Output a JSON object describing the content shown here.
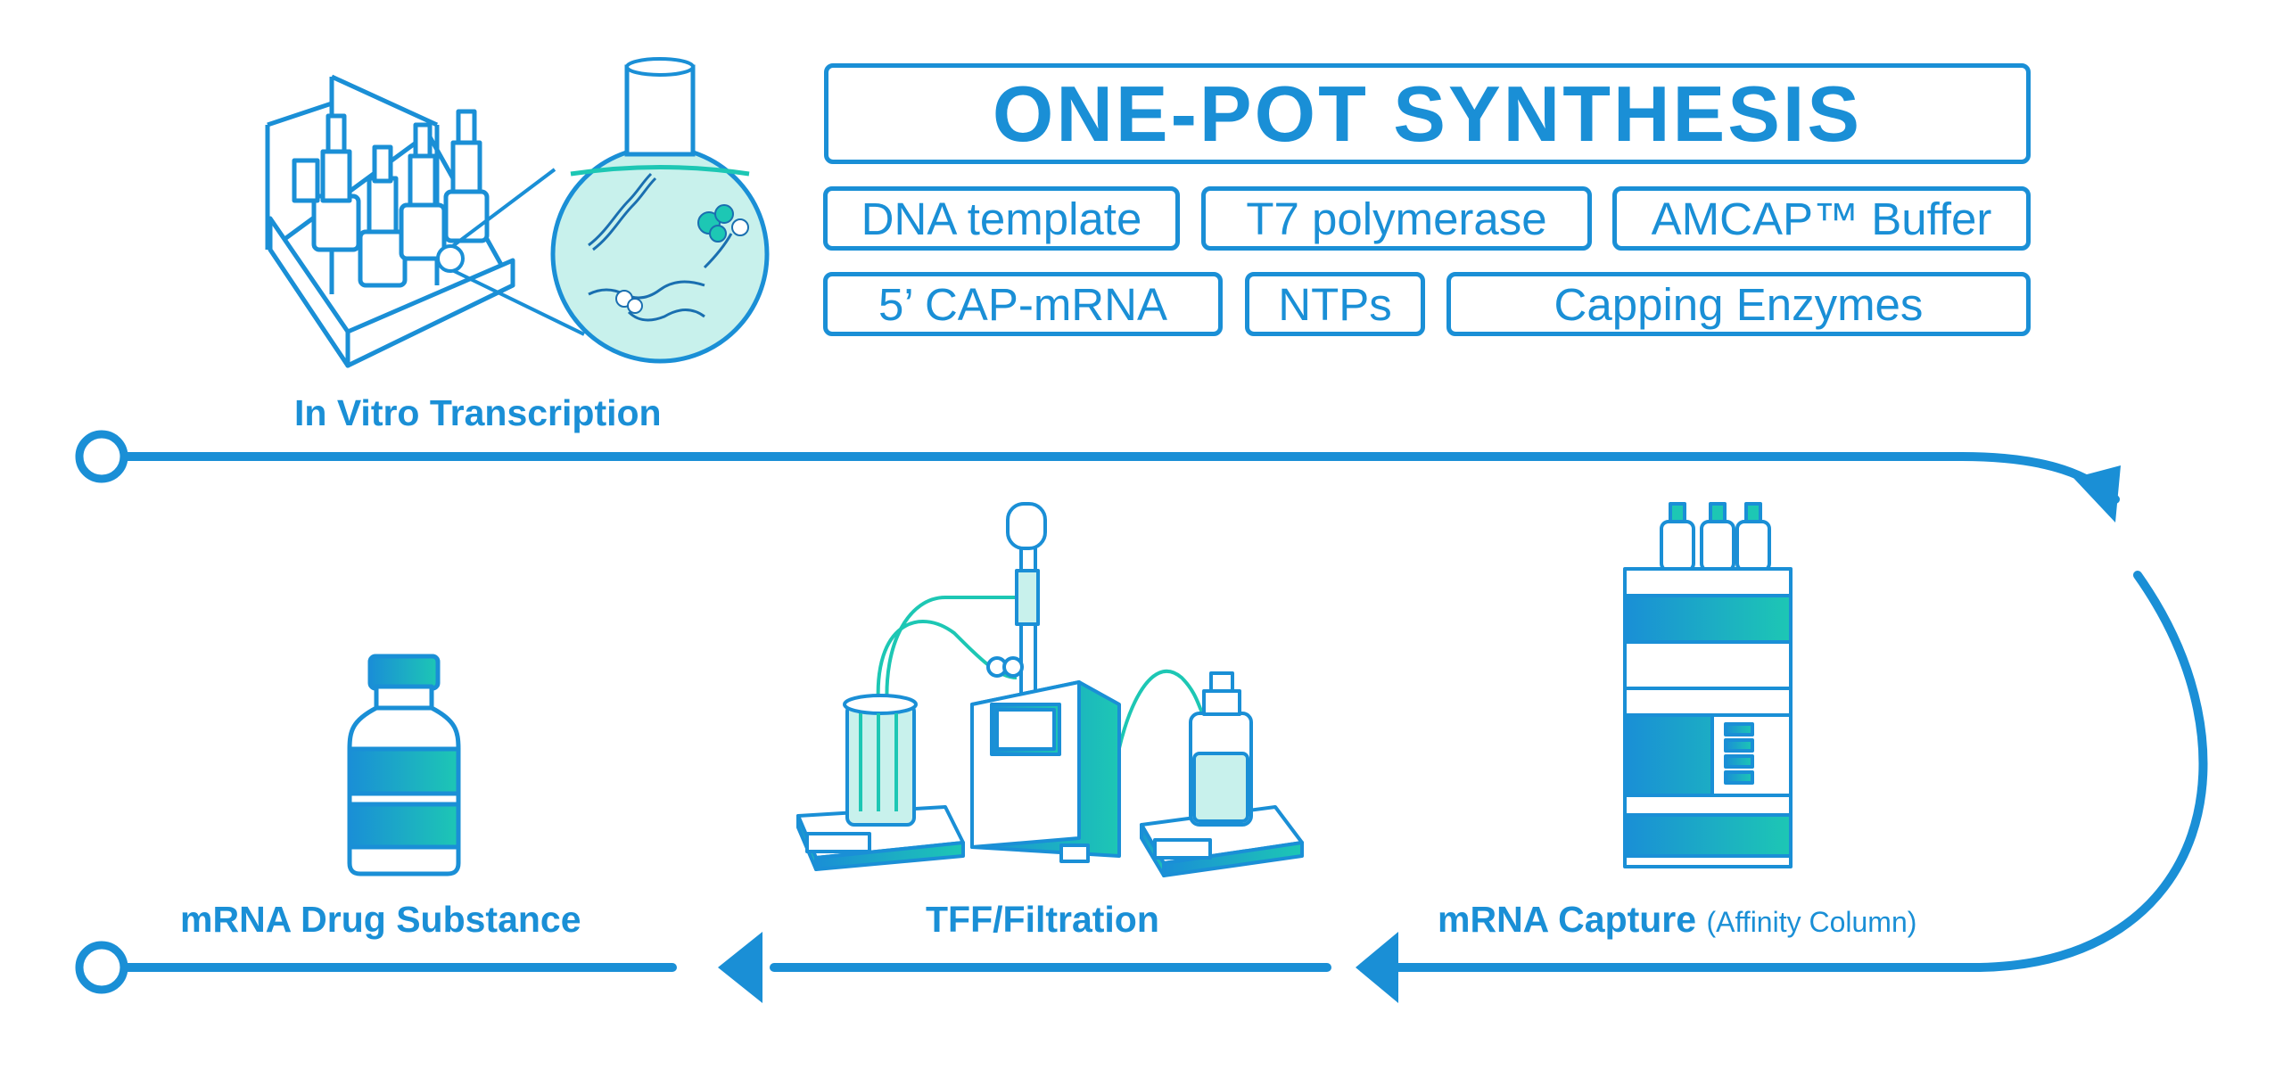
{
  "title": "ONE-POT SYNTHESIS",
  "ingredients_row1": [
    "DNA template",
    "T7 polymerase",
    "AMCAP™ Buffer"
  ],
  "ingredients_row2": [
    "5’ CAP-mRNA",
    "NTPs",
    "Capping Enzymes"
  ],
  "steps": {
    "ivt": "In Vitro Transcription",
    "capture": "mRNA Capture",
    "capture_note": "(Affinity Column)",
    "tff": "TFF/Filtration",
    "drug": "mRNA Drug Substance"
  },
  "icons": [
    "ivt-reactor-icon",
    "reaction-flask-icon",
    "hplc-stack-icon",
    "tff-system-icon",
    "vial-icon"
  ],
  "colors": {
    "primary": "#1a8fd6",
    "teal": "#1dc7b4",
    "flask_fill": "#c8f1ec"
  }
}
